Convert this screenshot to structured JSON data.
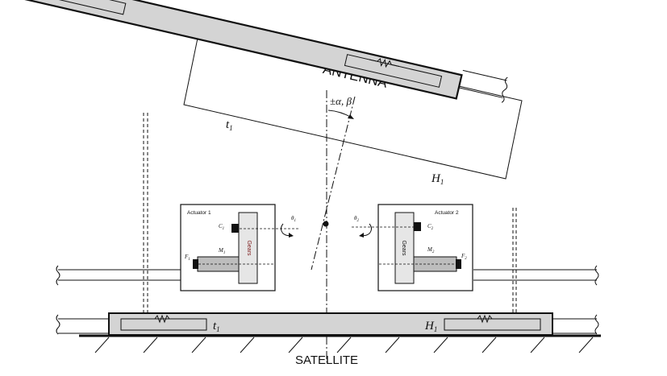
{
  "labels": {
    "antenna": "ANTENNA",
    "satellite": "SATELLITE",
    "angle": "±α, β",
    "t1_top": "t",
    "t1_top_sub": "1",
    "h1_top": "H",
    "h1_top_sub": "1",
    "t1_bottom": "t",
    "t1_bottom_sub": "1",
    "h1_bottom": "H",
    "h1_bottom_sub": "1"
  },
  "actuators": [
    {
      "title": "Actuator 1",
      "gears": "Gears",
      "c": "C",
      "c_sub": "1",
      "m": "M",
      "m_sub": "1",
      "f": "F",
      "f_sub": "1",
      "theta": "θ",
      "theta_sub": "1"
    },
    {
      "title": "Actuator 2",
      "gears": "Gears",
      "c": "C",
      "c_sub": "2",
      "m": "M",
      "m_sub": "2",
      "f": "F",
      "f_sub": "2",
      "theta": "θ",
      "theta_sub": "2"
    }
  ],
  "colors": {
    "bar_fill": "#d4d4d4",
    "stroke": "#111111",
    "motor_fill": "#bdbdbd",
    "gears_fill": "#e6e6e6",
    "gears_text_1": "#7a1515"
  }
}
